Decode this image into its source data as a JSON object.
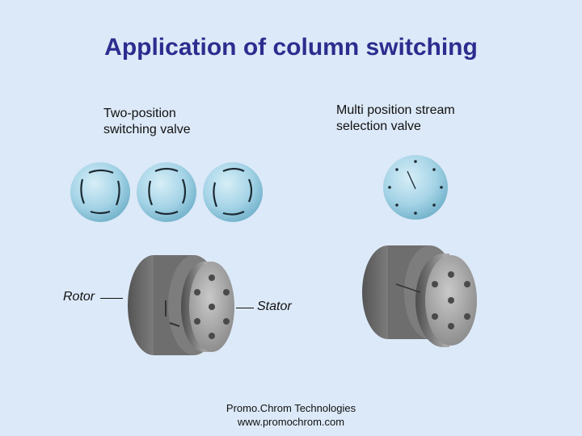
{
  "title": "Application of column switching",
  "labels": {
    "two_position": [
      "Two-position",
      "switching valve"
    ],
    "multi_position": [
      "Multi position stream",
      "selection valve"
    ],
    "rotor": "Rotor",
    "stator": "Stator"
  },
  "footer": {
    "company": "Promo.Chrom Technologies",
    "website": "www.promochrom.com"
  },
  "colors": {
    "background": "#dce9f8",
    "title": "#2b2d8f",
    "valve_face": "#9fd0e4",
    "valve_edge": "#6aa9c2"
  },
  "icons": [
    "valve-face-icon",
    "valve-body-icon"
  ]
}
